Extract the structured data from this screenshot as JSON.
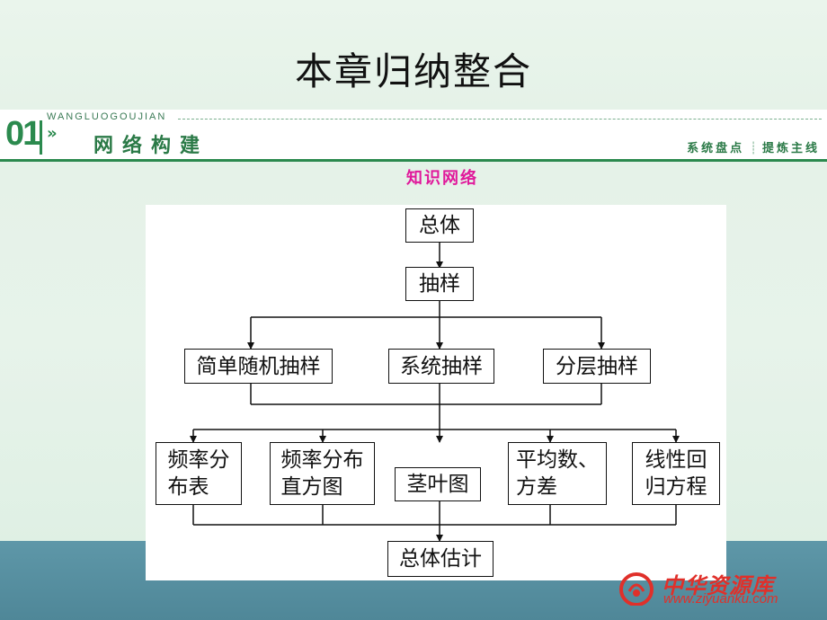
{
  "page_title": "本章归纳整合",
  "section": {
    "number": "01",
    "chevron": "»",
    "pinyin": "WANGLUOGOUJIAN",
    "name": "网络构建",
    "right_left": "系统盘点",
    "right_right": "提炼主线"
  },
  "subtitle": "知识网络",
  "diagram": {
    "root": "总体",
    "sampling": "抽样",
    "methods": [
      "简单随机抽样",
      "系统抽样",
      "分层抽样"
    ],
    "tools": [
      [
        "频率分",
        "布表"
      ],
      [
        "频率分布",
        "直方图"
      ],
      [
        "茎叶图"
      ],
      [
        "平均数、",
        "方差"
      ],
      [
        "线性回",
        "归方程"
      ]
    ],
    "estimate": "总体估计"
  },
  "watermark": {
    "brand": "中华资源库",
    "url": "www.ziyuanku.com"
  },
  "colors": {
    "accent_green": "#2b8a4e",
    "subtitle_magenta": "#e0199b",
    "bottom_band": "#5e97a8",
    "watermark_red": "#e0302a"
  }
}
